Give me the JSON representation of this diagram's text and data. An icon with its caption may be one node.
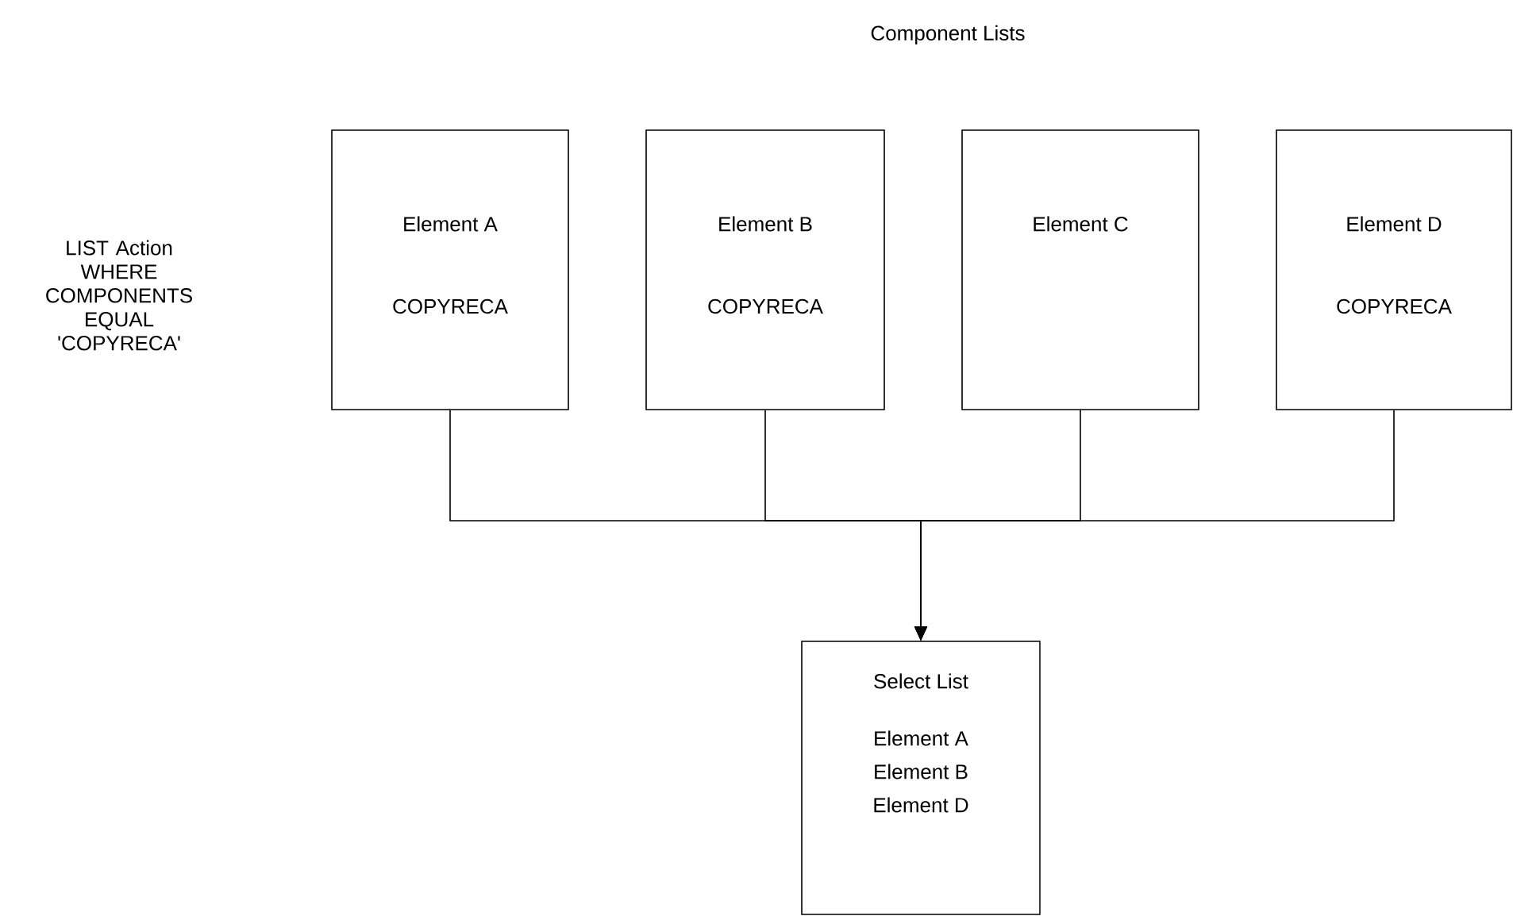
{
  "diagram": {
    "title": "Component Lists",
    "nodes": [
      {
        "text": [
          "Element A",
          "COPYRECA"
        ]
      },
      {
        "text": [
          "Element B",
          "COPYRECA"
        ]
      },
      {
        "text": [
          "Element C"
        ]
      },
      {
        "text": [
          "Element D",
          "COPYRECA"
        ]
      },
      {
        "text": [
          "Select List",
          "Element A",
          "Element B",
          "Element D"
        ]
      }
    ],
    "edges": [
      {
        "from": 0,
        "to": 4,
        "arrow": "to"
      },
      {
        "from": 1,
        "to": 4,
        "arrow": "to"
      },
      {
        "from": 2,
        "to": 4,
        "arrow": "to"
      },
      {
        "from": 3,
        "to": 4,
        "arrow": "to"
      }
    ],
    "labels": [
      "LIST Action WHERE COMPONENTS EQUAL 'COPYRECA'"
    ]
  }
}
